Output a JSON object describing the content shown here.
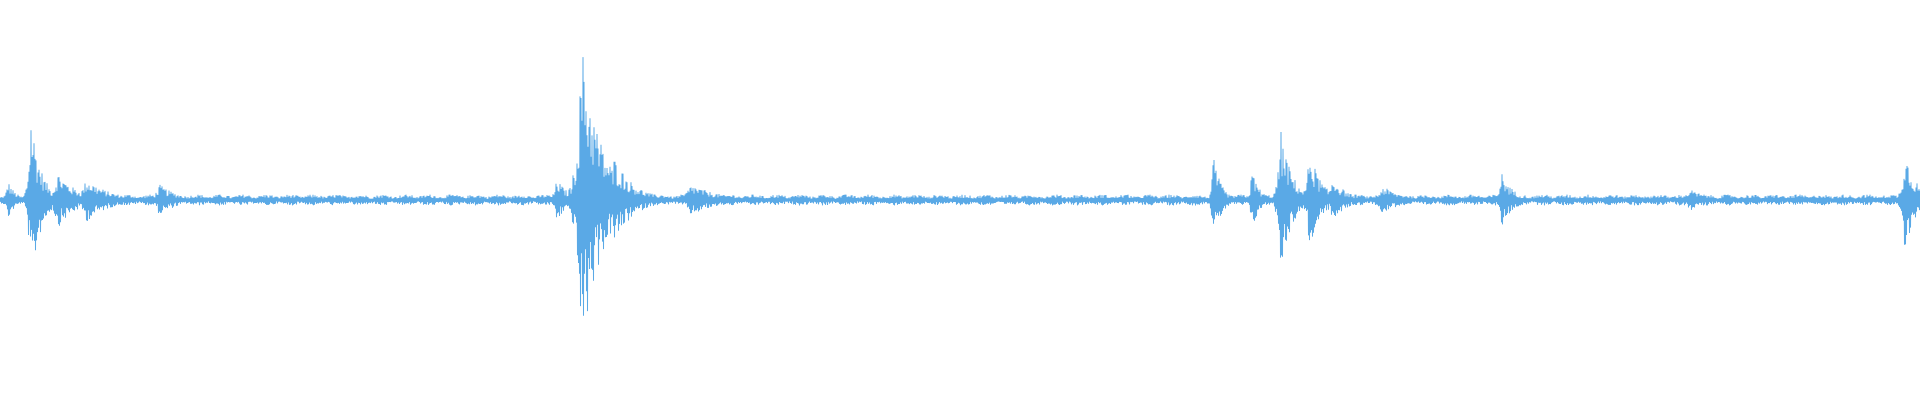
{
  "waveform": {
    "color": "#5aa9e6",
    "background": "#ffffff",
    "baseline_amplitude": 0.035,
    "min_amplitude": 0.01,
    "bursts": [
      {
        "at": 0.004,
        "amplitude": 0.13,
        "decay": 0.004
      },
      {
        "at": 0.016,
        "amplitude": 0.58,
        "decay": 0.005
      },
      {
        "at": 0.03,
        "amplitude": 0.18,
        "decay": 0.01
      },
      {
        "at": 0.045,
        "amplitude": 0.14,
        "decay": 0.012
      },
      {
        "at": 0.083,
        "amplitude": 0.1,
        "decay": 0.01
      },
      {
        "at": 0.29,
        "amplitude": 0.14,
        "decay": 0.006
      },
      {
        "at": 0.303,
        "amplitude": 1.0,
        "decay": 0.01
      },
      {
        "at": 0.32,
        "amplitude": 0.28,
        "decay": 0.01
      },
      {
        "at": 0.36,
        "amplitude": 0.1,
        "decay": 0.015
      },
      {
        "at": 0.632,
        "amplitude": 0.28,
        "decay": 0.004
      },
      {
        "at": 0.652,
        "amplitude": 0.2,
        "decay": 0.004
      },
      {
        "at": 0.667,
        "amplitude": 0.45,
        "decay": 0.006
      },
      {
        "at": 0.682,
        "amplitude": 0.33,
        "decay": 0.006
      },
      {
        "at": 0.694,
        "amplitude": 0.15,
        "decay": 0.007
      },
      {
        "at": 0.72,
        "amplitude": 0.09,
        "decay": 0.01
      },
      {
        "at": 0.782,
        "amplitude": 0.18,
        "decay": 0.006
      },
      {
        "at": 0.88,
        "amplitude": 0.07,
        "decay": 0.01
      },
      {
        "at": 0.992,
        "amplitude": 0.33,
        "decay": 0.006
      }
    ]
  }
}
